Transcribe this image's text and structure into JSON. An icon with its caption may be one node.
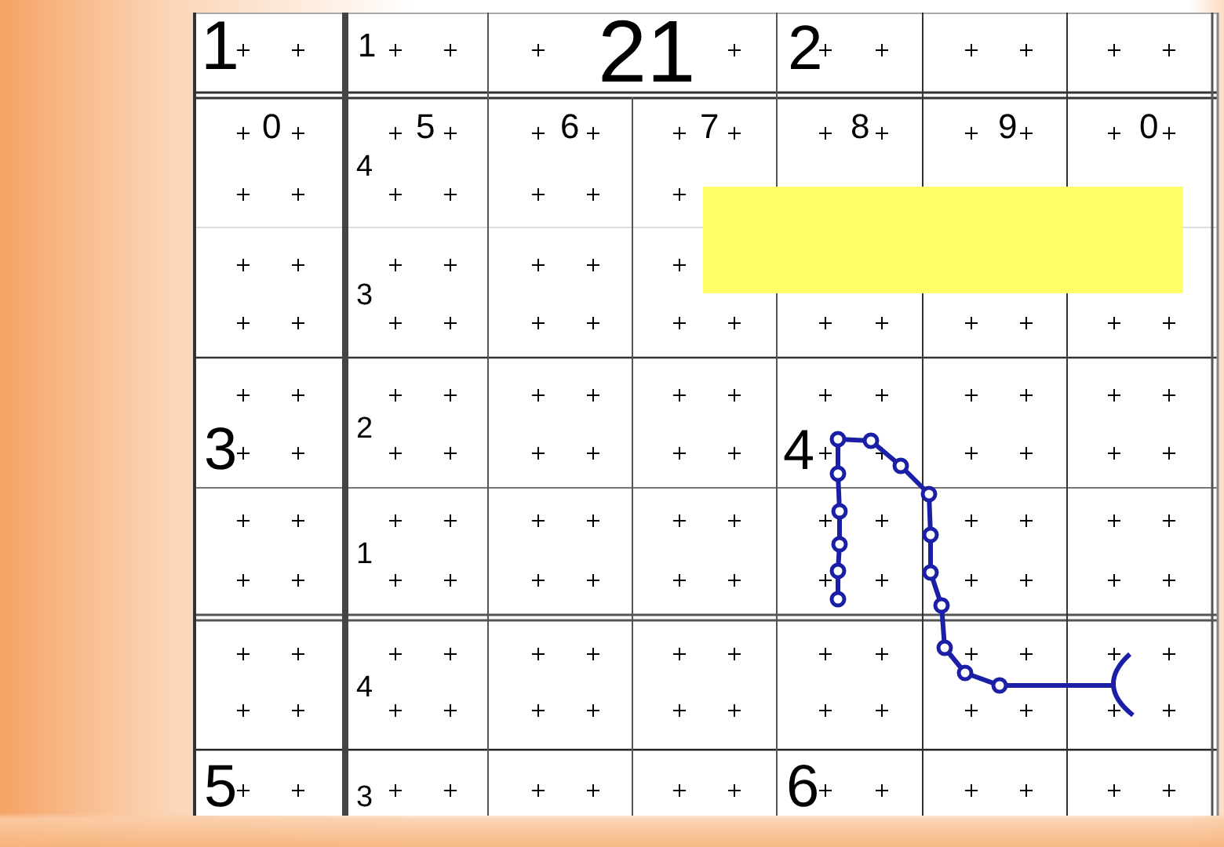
{
  "diagram": {
    "labels": [
      "1",
      "1",
      "21",
      "2",
      "0",
      "5",
      "6",
      "7",
      "8",
      "9",
      "0",
      "4",
      "3",
      "3",
      "2",
      "4",
      "1",
      "4",
      "5",
      "3",
      "6"
    ]
  }
}
